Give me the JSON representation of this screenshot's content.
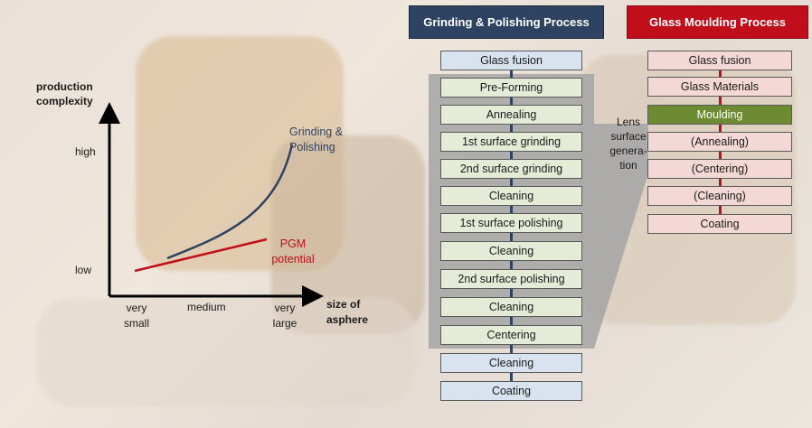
{
  "headers": {
    "grinding": "Grinding & Polishing Process",
    "moulding": "Glass Moulding Process"
  },
  "grinding_steps": [
    "Glass fusion",
    "Pre-Forming",
    "Annealing",
    "1st surface grinding",
    "2nd surface grinding",
    "Cleaning",
    "1st surface polishing",
    "Cleaning",
    "2nd surface polishing",
    "Cleaning",
    "Centering",
    "Cleaning",
    "Coating"
  ],
  "moulding_steps": [
    "Glass fusion",
    "Glass Materials",
    "Moulding",
    "(Annealing)",
    "(Centering)",
    "(Cleaning)",
    "Coating"
  ],
  "callout": [
    "Lens",
    "surface",
    "genera-",
    "tion"
  ],
  "chart": {
    "ylabel": [
      "production",
      "complexity"
    ],
    "xlabel": [
      "size of",
      "asphere"
    ],
    "y_high": "high",
    "y_low": "low",
    "x_ticks": [
      [
        "very",
        "small"
      ],
      [
        "medium"
      ],
      [
        "very",
        "large"
      ]
    ],
    "series_grinding": [
      "Grinding &",
      "Polishing"
    ],
    "series_pgm": [
      "PGM",
      "potential"
    ],
    "colors": {
      "grinding": "#2d4361",
      "pgm": "#c00f1a",
      "axis": "#000000"
    }
  }
}
